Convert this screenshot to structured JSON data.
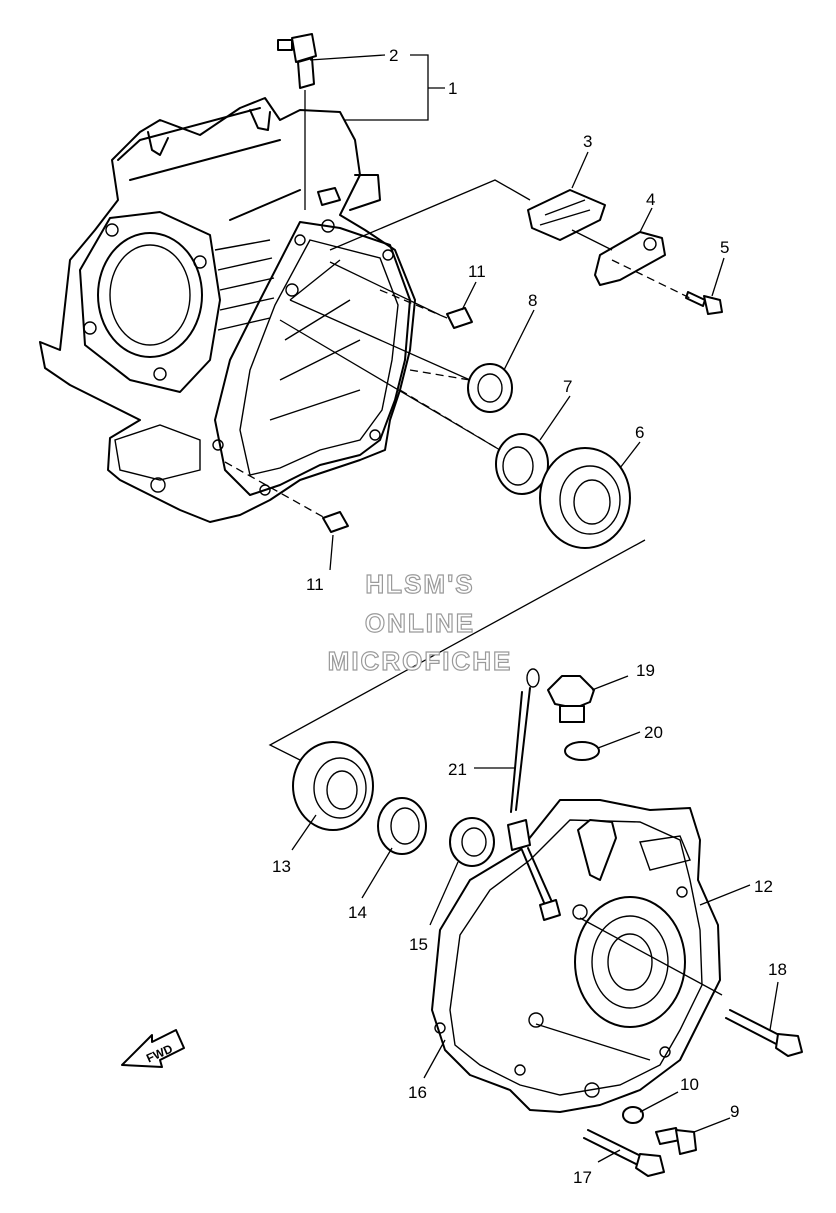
{
  "watermark": [
    "HLSM'S",
    "ONLINE",
    "MICROFICHE"
  ],
  "fwd_label": "FWD",
  "callouts": [
    "1",
    "2",
    "3",
    "4",
    "5",
    "6",
    "7",
    "8",
    "9",
    "10",
    "11",
    "11",
    "12",
    "13",
    "14",
    "15",
    "16",
    "17",
    "18",
    "19",
    "20",
    "21"
  ]
}
